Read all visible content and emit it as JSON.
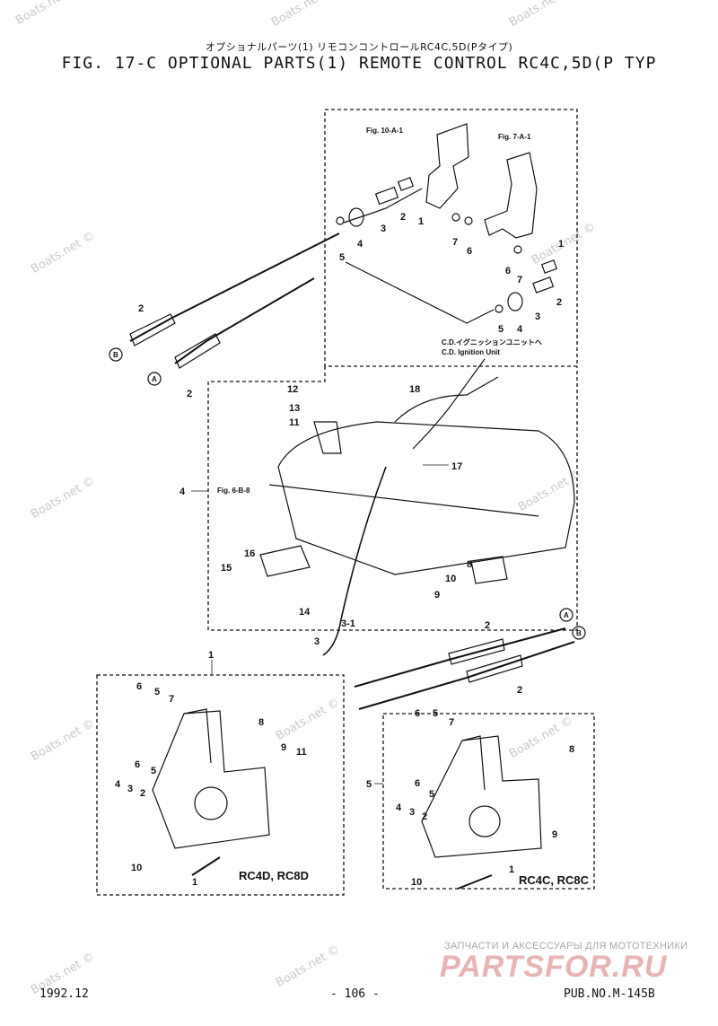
{
  "header": {
    "jp_title": "オプショナルパーツ(1) リモコンコントロールRC4C,5D(Pタイプ)",
    "title": "FIG. 17-C OPTIONAL PARTS(1) REMOTE CONTROL RC4C,5D(P TYP"
  },
  "watermark_text": "Boats.net ©",
  "refs": {
    "fig_10a1": "Fig. 10-A-1",
    "fig_7a1": "Fig. 7-A-1",
    "fig_6b8": "Fig. 6-B-8",
    "cd_jp": "C.D.イグニッションユニットへ",
    "cd_en": "C.D. Ignition Unit"
  },
  "models": {
    "left": "RC4D, RC8D",
    "right": "RC4C, RC8C"
  },
  "circle_labels": {
    "a": "A",
    "b": "B"
  },
  "part_numbers": {
    "top1": "1",
    "top2": "2",
    "top3": "3",
    "top4": "4",
    "top5": "5",
    "top6": "6",
    "top7": "7",
    "r1": "1",
    "r2": "2",
    "r3": "3",
    "r4": "4",
    "r5": "5",
    "r6": "6",
    "r7": "7",
    "cableB": "2",
    "cableA": "2",
    "p12": "12",
    "p13": "13",
    "p11": "11",
    "p18": "18",
    "p17": "17",
    "p4": "4",
    "p16": "16",
    "p15": "15",
    "p14": "14",
    "p8": "8",
    "p10": "10",
    "p9": "9",
    "p3_1": "3-1",
    "p3": "3",
    "cableA2": "2",
    "cableB2": "2",
    "box1": "1",
    "l6a": "6",
    "l5a": "5",
    "l7": "7",
    "l8": "8",
    "l6b": "6",
    "l5b": "5",
    "l9": "9",
    "l11": "11",
    "l4": "4",
    "l3": "3",
    "l2": "2",
    "l10": "10",
    "l1": "1",
    "box5": "5",
    "rr6a": "6",
    "rr5a": "5",
    "rr7": "7",
    "rr8": "8",
    "rr6b": "6",
    "rr5b": "5",
    "rr4": "4",
    "rr3": "3",
    "rr2": "2",
    "rr9": "9",
    "rr10": "10",
    "rr1": "1"
  },
  "footer": {
    "date": "1992.12",
    "page": "- 106 -",
    "pub_no": "PUB.NO.M-145B"
  },
  "brand": {
    "small": "ЗАПЧАСТИ И АКСЕССУАРЫ ДЛЯ МОТОТЕХНИКИ",
    "big": "PARTSFOR.RU"
  }
}
